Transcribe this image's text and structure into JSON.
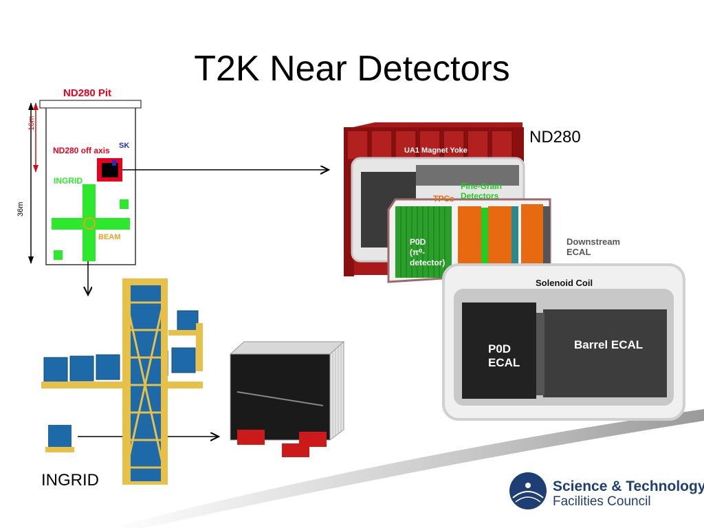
{
  "slide": {
    "title": "T2K Near Detectors"
  },
  "pit_map": {
    "header": "ND280 Pit",
    "depth_upper": "16m",
    "depth_total": "36m",
    "nd280_label": "ND280 off axis",
    "sk_label": "SK",
    "ingrid_label": "INGRID",
    "beam_label": "BEAM",
    "colors": {
      "header": "#e8001c",
      "ingrid": "#2ee82e",
      "beam": "#e8a020",
      "sk": "#1a2fd6"
    }
  },
  "nd280": {
    "label": "ND280",
    "components": {
      "magnet": "UA1 Magnet Yoke",
      "fgd_line1": "Fine-Grain",
      "fgd_line2": "Detectors",
      "tpcs": "TPCs",
      "p0d_line1": "P0D",
      "p0d_line2": "(π⁰-",
      "p0d_line3": "detector)",
      "downstream_line1": "Downstream",
      "downstream_line2": "ECAL",
      "solenoid": "Solenoid Coil",
      "p0d_ecal_line1": "P0D",
      "p0d_ecal_line2": "ECAL",
      "barrel_ecal": "Barrel ECAL"
    },
    "colors": {
      "yoke": "#a01818",
      "tpc": "#e86a10",
      "fgd": "#22cc22",
      "ecal": "#3a3a3a"
    }
  },
  "ingrid": {
    "label": "INGRID"
  },
  "logo": {
    "line1": "Science & Technology",
    "line2": "Facilities Council"
  }
}
